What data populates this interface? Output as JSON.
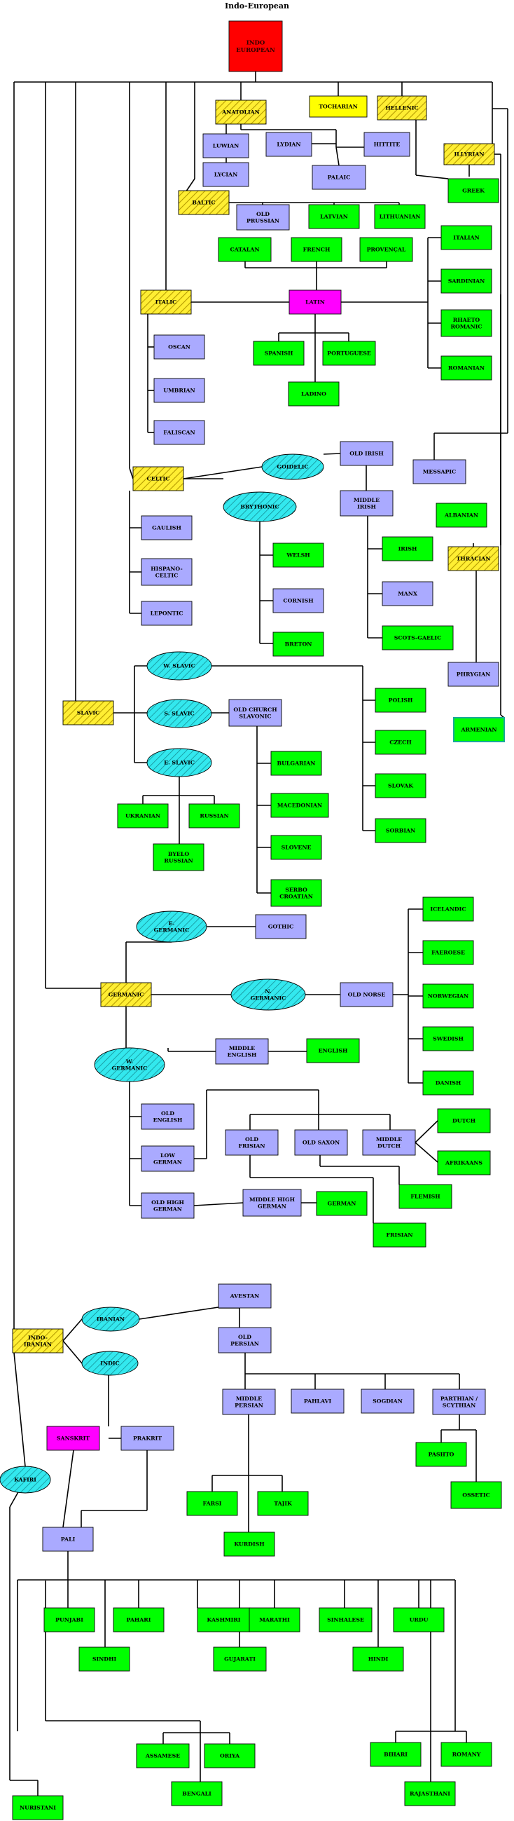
{
  "title": "Indo-European",
  "colors": {
    "root": "#ff0000",
    "branch_fill": "#ffee33",
    "branch_hatch": "#b59b00",
    "ancient": "#aaaaff",
    "modern": "#00ff00",
    "oval": "#33e8ee",
    "oval_hatch": "#168f96",
    "latin": "#ff00ff",
    "tocharian": "#ffff00",
    "line": "#000000"
  },
  "nodes": {
    "indo_european": [
      "INDO",
      "EUROPEAN"
    ],
    "anatolian": [
      "ANATOLIAN"
    ],
    "tocharian": [
      "TOCHARIAN"
    ],
    "hellenic": [
      "HELLENIC"
    ],
    "luwian": [
      "LUWIAN"
    ],
    "lydian": [
      "LYDIAN"
    ],
    "hittite": [
      "HITTITE"
    ],
    "lycian": [
      "LYCIAN"
    ],
    "palaic": [
      "PALAIC"
    ],
    "illyrian": [
      "ILLYRIAN"
    ],
    "greek": [
      "GREEK"
    ],
    "baltic": [
      "BALTIC"
    ],
    "old_prussian": [
      "OLD",
      "PRUSSIAN"
    ],
    "latvian": [
      "LATVIAN"
    ],
    "lithuanian": [
      "LITHUANIAN"
    ],
    "catalan": [
      "CATALAN"
    ],
    "french": [
      "FRENCH"
    ],
    "provencal": [
      "PROVENÇAL"
    ],
    "italian": [
      "ITALIAN"
    ],
    "sardinian": [
      "SARDINIAN"
    ],
    "italic": [
      "ITALIC"
    ],
    "latin": [
      "LATIN"
    ],
    "rhaeto_romanic": [
      "RHAETO",
      "ROMANIC"
    ],
    "romanian": [
      "ROMANIAN"
    ],
    "oscan": [
      "OSCAN"
    ],
    "spanish": [
      "SPANISH"
    ],
    "portuguese": [
      "PORTUGUESE"
    ],
    "umbrian": [
      "UMBRIAN"
    ],
    "ladino": [
      "LADINO"
    ],
    "faliscan": [
      "FALISCAN"
    ],
    "goidelic": [
      "GOIDELIC"
    ],
    "old_irish": [
      "OLD IRISH"
    ],
    "messapic": [
      "MESSAPIC"
    ],
    "celtic": [
      "CELTIC"
    ],
    "brythonic": [
      "BRYTHONIC"
    ],
    "middle_irish": [
      "MIDDLE",
      "IRISH"
    ],
    "albanian": [
      "ALBANIAN"
    ],
    "gaulish": [
      "GAULISH"
    ],
    "irish": [
      "IRISH"
    ],
    "welsh": [
      "WELSH"
    ],
    "thracian": [
      "THRACIAN"
    ],
    "hispano_celtic": [
      "HISPANO-",
      "CELTIC"
    ],
    "manx": [
      "MANX"
    ],
    "cornish": [
      "CORNISH"
    ],
    "lepontic": [
      "LEPONTIC"
    ],
    "scots_gaelic": [
      "SCOTS-GAELIC"
    ],
    "breton": [
      "BRETON"
    ],
    "phrygian": [
      "PHRYGIAN"
    ],
    "w_slavic": [
      "W. SLAVIC"
    ],
    "polish": [
      "POLISH"
    ],
    "armenian": [
      "ARMENIAN"
    ],
    "slavic": [
      "SLAVIC"
    ],
    "s_slavic": [
      "S. SLAVIC"
    ],
    "old_church_slavonic": [
      "OLD CHURCH",
      "SLAVONIC"
    ],
    "czech": [
      "CZECH"
    ],
    "e_slavic": [
      "E. SLAVIC"
    ],
    "bulgarian": [
      "BULGARIAN"
    ],
    "slovak": [
      "SLOVAK"
    ],
    "ukranian": [
      "UKRANIAN"
    ],
    "russian": [
      "RUSSIAN"
    ],
    "macedonian": [
      "MACEDONIAN"
    ],
    "sorbian": [
      "SORBIAN"
    ],
    "byelo_russian": [
      "BYELO",
      "RUSSIAN"
    ],
    "slovene": [
      "SLOVENE"
    ],
    "serbo_croatian": [
      "SERBO",
      "CROATIAN"
    ],
    "icelandic": [
      "ICELANDIC"
    ],
    "e_germanic": [
      "E.",
      "GERMANIC"
    ],
    "gothic": [
      "GOTHIC"
    ],
    "faeroese": [
      "FAEROESE"
    ],
    "germanic": [
      "GERMANIC"
    ],
    "n_germanic": [
      "N.",
      "GERMANIC"
    ],
    "old_norse": [
      "OLD NORSE"
    ],
    "norwegian": [
      "NORWEGIAN"
    ],
    "swedish": [
      "SWEDISH"
    ],
    "w_germanic": [
      "W.",
      "GERMANIC"
    ],
    "middle_english": [
      "MIDDLE",
      "ENGLISH"
    ],
    "english": [
      "ENGLISH"
    ],
    "danish": [
      "DANISH"
    ],
    "old_english": [
      "OLD",
      "ENGLISH"
    ],
    "dutch": [
      "DUTCH"
    ],
    "old_frisian": [
      "OLD",
      "FRISIAN"
    ],
    "old_saxon": [
      "OLD SAXON"
    ],
    "middle_dutch": [
      "MIDDLE",
      "DUTCH"
    ],
    "low_german": [
      "LOW",
      "GERMAN"
    ],
    "afrikaans": [
      "AFRIKAANS"
    ],
    "flemish": [
      "FLEMISH"
    ],
    "old_high_german": [
      "OLD HIGH",
      "GERMAN"
    ],
    "middle_high_german": [
      "MIDDLE HIGH",
      "GERMAN"
    ],
    "german": [
      "GERMAN"
    ],
    "frisian": [
      "FRISIAN"
    ],
    "avestan": [
      "AVESTAN"
    ],
    "iranian": [
      "IRANIAN"
    ],
    "indo_iranian": [
      "INDO-",
      "IRANIAN"
    ],
    "old_persian": [
      "OLD",
      "PERSIAN"
    ],
    "indic": [
      "INDIC"
    ],
    "middle_persian": [
      "MIDDLE",
      "PERSIAN"
    ],
    "pahlavi": [
      "PAHLAVI"
    ],
    "sogdian": [
      "SOGDIAN"
    ],
    "parthian_scythian": [
      "PARTHIAN /",
      "SCYTHIAN"
    ],
    "sanskrit": [
      "SANSKRIT"
    ],
    "prakrit": [
      "PRAKRIT"
    ],
    "pashto": [
      "PASHTO"
    ],
    "kafiri": [
      "KAFIRI"
    ],
    "ossetic": [
      "OSSETIC"
    ],
    "farsi": [
      "FARSI"
    ],
    "tajik": [
      "TAJIK"
    ],
    "pali": [
      "PALI"
    ],
    "kurdish": [
      "KURDISH"
    ],
    "punjabi": [
      "PUNJABI"
    ],
    "pahari": [
      "PAHARI"
    ],
    "kashmiri": [
      "KASHMIRI"
    ],
    "marathi": [
      "MARATHI"
    ],
    "sinhalese": [
      "SINHALESE"
    ],
    "urdu": [
      "URDU"
    ],
    "sindhi": [
      "SINDHI"
    ],
    "gujarati": [
      "GUJARATI"
    ],
    "hindi": [
      "HINDI"
    ],
    "assamese": [
      "ASSAMESE"
    ],
    "oriya": [
      "ORIYA"
    ],
    "bihari": [
      "BIHARI"
    ],
    "romany": [
      "ROMANY"
    ],
    "bengali": [
      "BENGALI"
    ],
    "rajasthani": [
      "RAJASTHANI"
    ],
    "nuristani": [
      "NURISTANI"
    ]
  }
}
